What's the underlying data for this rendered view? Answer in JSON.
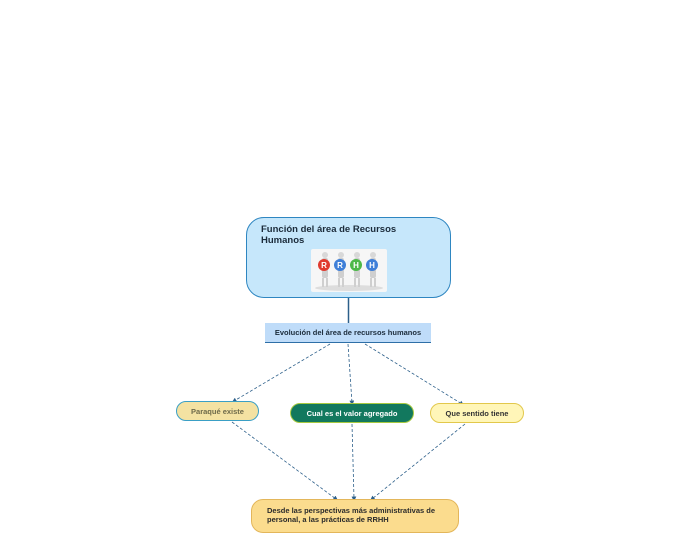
{
  "diagram": {
    "root": {
      "title": "Función del área de Recursos Humanos",
      "image_letters": [
        "R",
        "R",
        "H",
        "H"
      ]
    },
    "subtopic": {
      "label": "Evolución del área de recursos humanos"
    },
    "branches": [
      {
        "label": "Paraqué existe"
      },
      {
        "label": "Cual es el valor agregado"
      },
      {
        "label": "Que sentido tiene"
      }
    ],
    "conclusion": {
      "label": "Desde las perspectivas más administrativas de personal, a las prácticas de RRHH"
    }
  },
  "colors": {
    "root_fill": "#c6e7fb",
    "root_border": "#2e86c1",
    "subtopic_fill": "#bfdcf9",
    "branch1_fill": "#f4e2a2",
    "branch2_fill": "#12785e",
    "branch3_fill": "#fff6b8",
    "conclusion_fill": "#fbdc8e",
    "edge": "#2c5f8a",
    "ball_colors": [
      "#e03b2f",
      "#3f7fd8",
      "#4cb848",
      "#3f7fd8"
    ]
  }
}
